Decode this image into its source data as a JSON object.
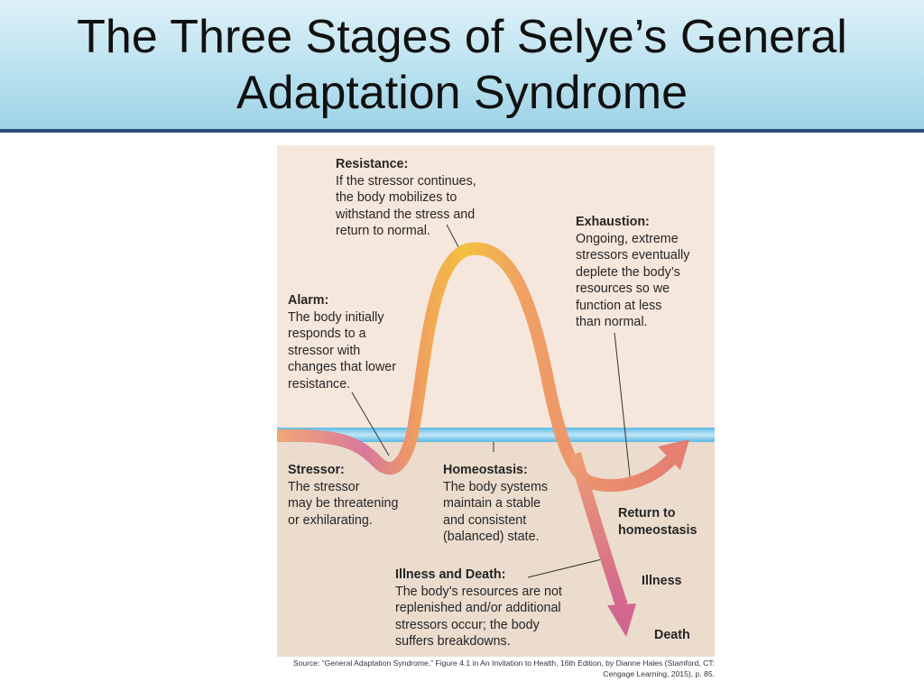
{
  "slide": {
    "title_lines": [
      "The Three Stages of Selye’s General",
      "Adaptation Syndrome"
    ]
  },
  "diagram": {
    "resistance": {
      "heading": "Resistance:",
      "lines": [
        "If the stressor continues,",
        "the body mobilizes to",
        "withstand the stress and",
        "return to normal."
      ]
    },
    "exhaustion": {
      "heading": "Exhaustion:",
      "lines": [
        "Ongoing, extreme",
        "stressors eventually",
        "deplete the body’s",
        "resources so we",
        "function at less",
        "than normal."
      ]
    },
    "alarm": {
      "heading": "Alarm:",
      "lines": [
        "The body initially",
        "responds to a",
        "stressor with",
        "changes that lower",
        "resistance."
      ]
    },
    "stressor": {
      "heading": "Stressor:",
      "lines": [
        "The stressor",
        "may be threatening",
        "or exhilarating."
      ]
    },
    "homeostasis": {
      "heading": "Homeostasis:",
      "lines": [
        "The body systems",
        "maintain a stable",
        "and consistent",
        "(balanced) state."
      ]
    },
    "illness_death": {
      "heading": "Illness and Death:",
      "lines": [
        "The body’s resources are not",
        "replenished and/or additional",
        "stressors occur; the body",
        "suffers breakdowns."
      ]
    },
    "return_label_lines": [
      "Return to",
      "homeostasis"
    ],
    "illness_label": "Illness",
    "death_label": "Death"
  },
  "source_lines": [
    "Source: “General Adaptation Syndrome,” Figure 4.1 in An Invitation to Health, 16th Edition, by Dianne Hales (Stamford, CT:",
    "Cengage Learning, 2015), p. 85."
  ],
  "colors": {
    "header_rule": "#2b4e78",
    "upper_panel": "#f6e7dc",
    "lower_panel": "#ebdccd",
    "baseline": "#6cc3ea",
    "curve_start": "#f1a877",
    "curve_peak": "#f3c13c",
    "curve_end": "#d66f92"
  }
}
